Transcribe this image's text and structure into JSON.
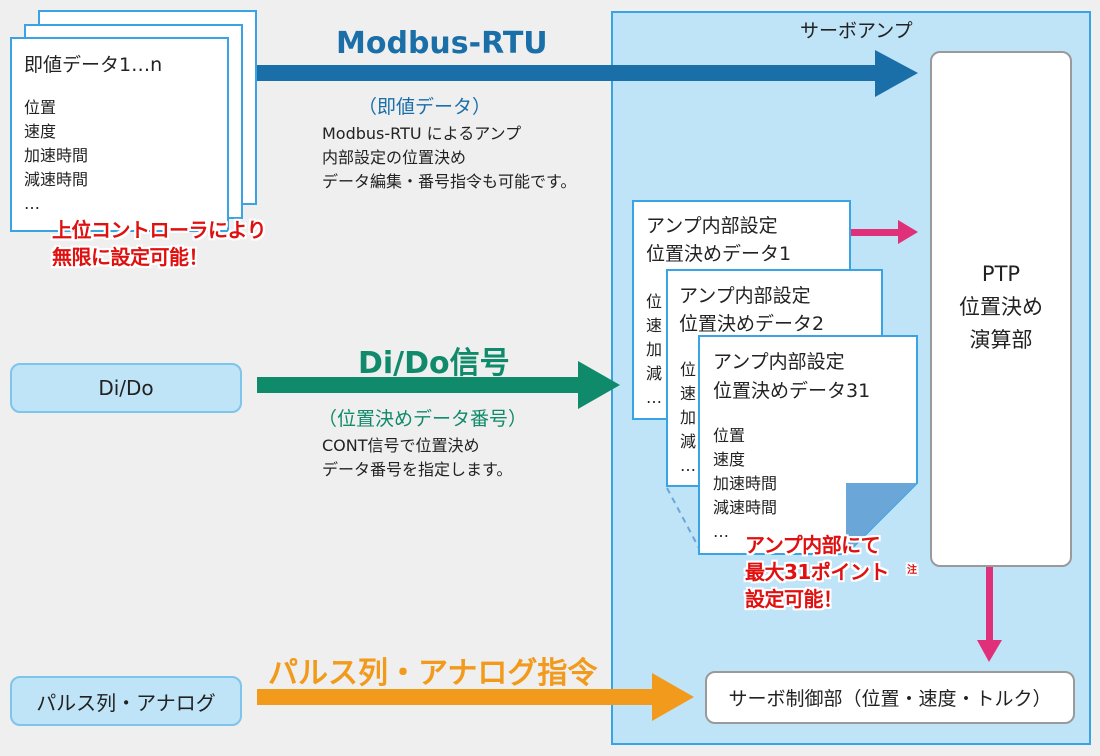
{
  "left_doc": {
    "title": "即値データ1…n",
    "items": [
      "位置",
      "速度",
      "加速時間",
      "減速時間",
      "…"
    ],
    "callout": [
      "上位コントローラにより",
      "無限に設定可能！"
    ]
  },
  "modbus": {
    "title": "Modbus-RTU",
    "subtitle": "（即値データ）",
    "desc": [
      "Modbus-RTU によるアンプ",
      "内部設定の位置決め",
      "データ編集・番号指令も可能です。"
    ],
    "color": "#1a6fa8"
  },
  "dido": {
    "box_label": "Di/Do",
    "title": "Di/Do信号",
    "subtitle": "（位置決めデータ番号）",
    "desc": [
      "CONT信号で位置決め",
      "データ番号を指定します。"
    ],
    "color": "#0f8a6a"
  },
  "pulse": {
    "box_label": "パルス列・アナログ",
    "title": "パルス列・アナログ指令",
    "color": "#f29a1c"
  },
  "servo_amp": {
    "title": "サーボアンプ",
    "ptp_lines": [
      "PTP",
      "位置決め",
      "演算部"
    ],
    "control_label": "サーボ制御部（位置・速度・トルク）"
  },
  "internal_docs": [
    {
      "title": [
        "アンプ内部設定",
        "位置決めデータ1"
      ],
      "items": [
        "位",
        "速",
        "加",
        "減",
        "…"
      ]
    },
    {
      "title": [
        "アンプ内部設定",
        "位置決めデータ2"
      ],
      "items": [
        "位",
        "速",
        "加",
        "減",
        "…"
      ]
    },
    {
      "title": [
        "アンプ内部設定",
        "位置決めデータ31"
      ],
      "items": [
        "位置",
        "速度",
        "加速時間",
        "減速時間",
        "…"
      ]
    }
  ],
  "internal_callout": [
    "アンプ内部にて",
    "最大31ポイント",
    "設定可能！"
  ],
  "note_mark": "注",
  "colors": {
    "accent_pink": "#e0307a",
    "panel_bg": "#bfe3f7",
    "panel_border": "#3aa3e3"
  }
}
